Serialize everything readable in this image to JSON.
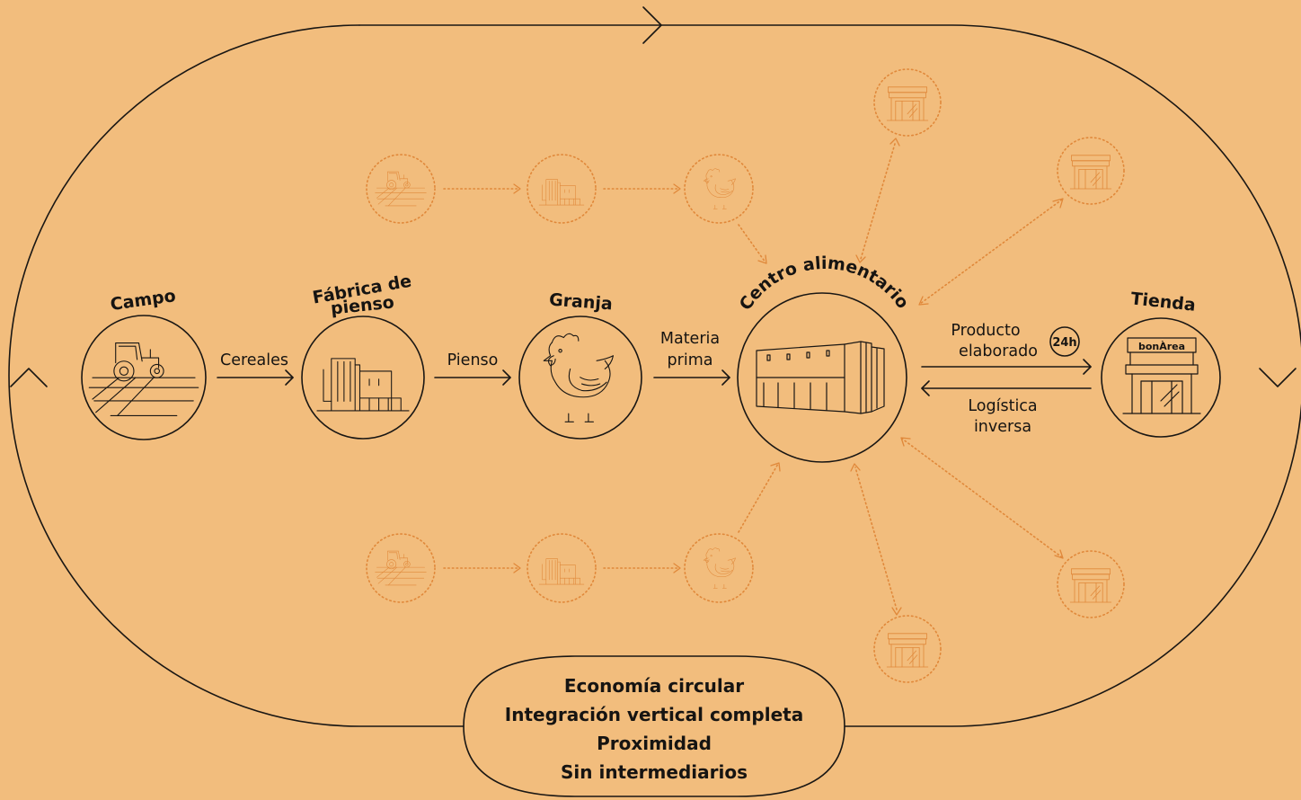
{
  "nodes": {
    "campo": "Campo",
    "fabrica_line1": "Fábrica de",
    "fabrica_line2": "pienso",
    "granja": "Granja",
    "centro": "Centro alimentario",
    "tienda": "Tienda",
    "store_sign": "bonÀrea"
  },
  "edges": {
    "cereales": "Cereales",
    "pienso": "Pienso",
    "materia_line1": "Materia",
    "materia_line2": "prima",
    "producto_line1": "Producto",
    "producto_line2": "elaborado",
    "badge": "24h",
    "logistica_line1": "Logística",
    "logistica_line2": "inversa"
  },
  "footer": [
    "Economía circular",
    "Integración vertical completa",
    "Proximidad",
    "Sin intermediarios"
  ],
  "colors": {
    "background": "#F2BD7D",
    "ink": "#1a1714",
    "accent": "#E0883A"
  },
  "icons": {
    "campo": "tractor-field-icon",
    "fabrica": "feed-factory-icon",
    "granja": "chicken-icon",
    "centro": "food-center-building-icon",
    "tienda": "storefront-icon"
  }
}
